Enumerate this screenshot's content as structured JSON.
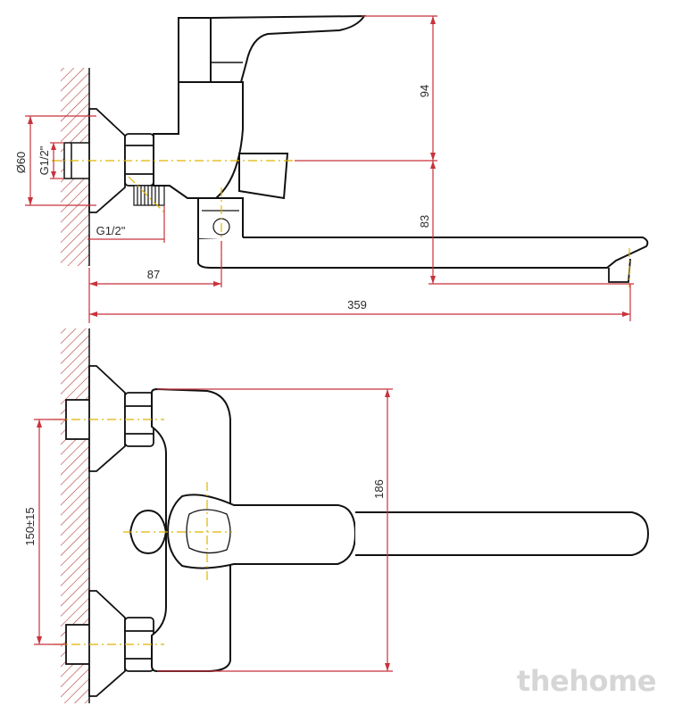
{
  "dimensions": {
    "side_height_upper": "94",
    "side_height_lower": "83",
    "wall_offset": "87",
    "total_length": "359",
    "flange_diameter": "Ø60",
    "thread_inlet": "G1/2\"",
    "thread_outlet": "G1/2\"",
    "body_height": "186",
    "inlet_spacing": "150±15"
  },
  "colors": {
    "outline": "#111111",
    "dimension": "#c8323c",
    "centerline": "#e0b400",
    "hatch": "#b23c3c"
  },
  "watermark": "thehome"
}
